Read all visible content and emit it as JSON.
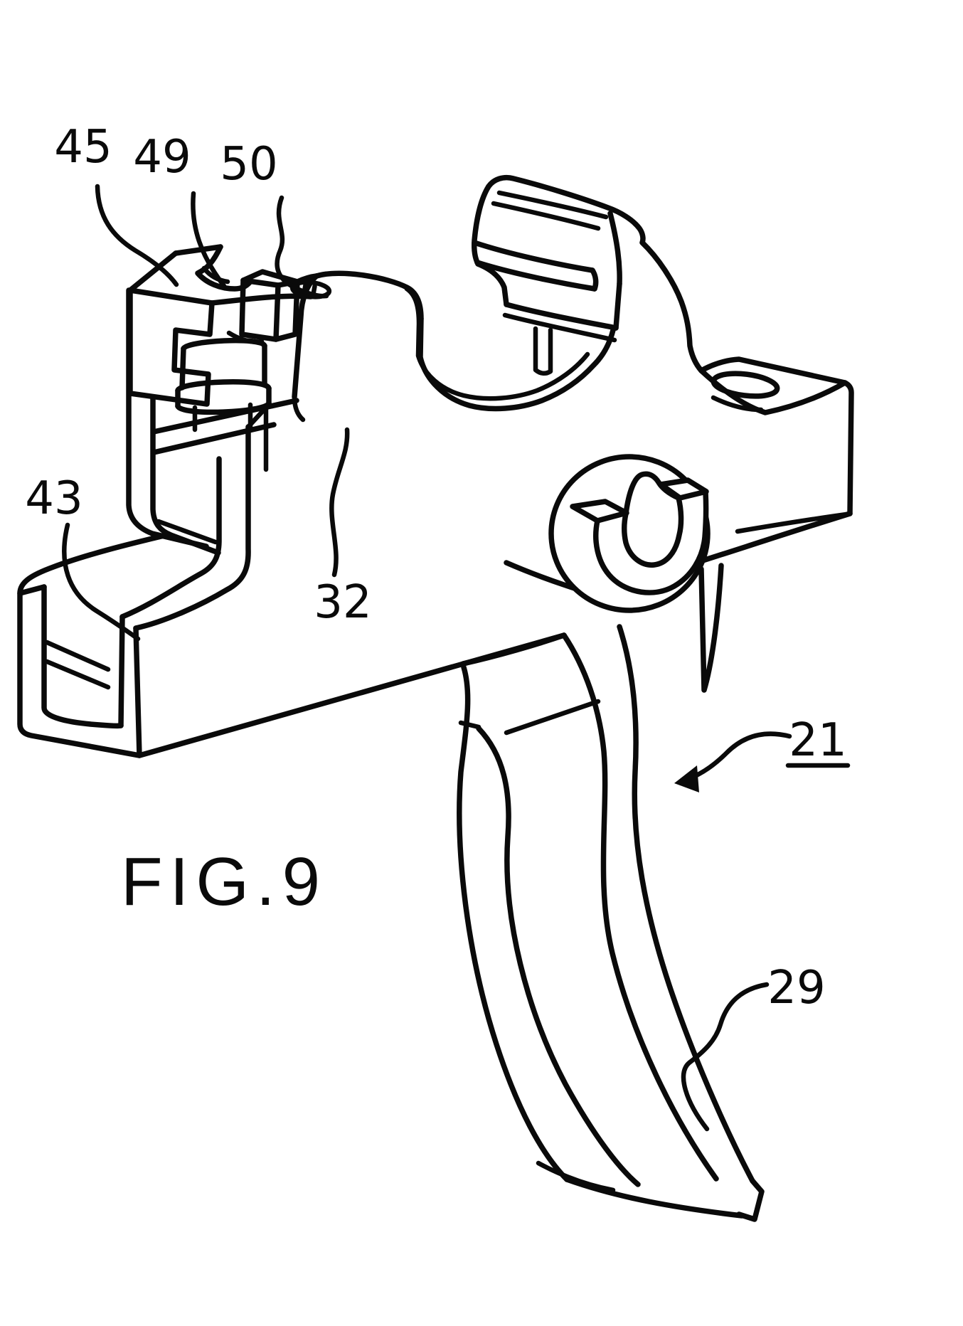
{
  "figure": {
    "caption": "FIG.9",
    "type": "patent-line-drawing",
    "subject": "trigger assembly perspective view"
  },
  "colors": {
    "line": "#0a0a0a",
    "background": "#ffffff"
  },
  "labels": {
    "n45": "45",
    "n49": "49",
    "n50": "50",
    "n43": "43",
    "n32": "32",
    "n21": "21",
    "n29": "29"
  }
}
